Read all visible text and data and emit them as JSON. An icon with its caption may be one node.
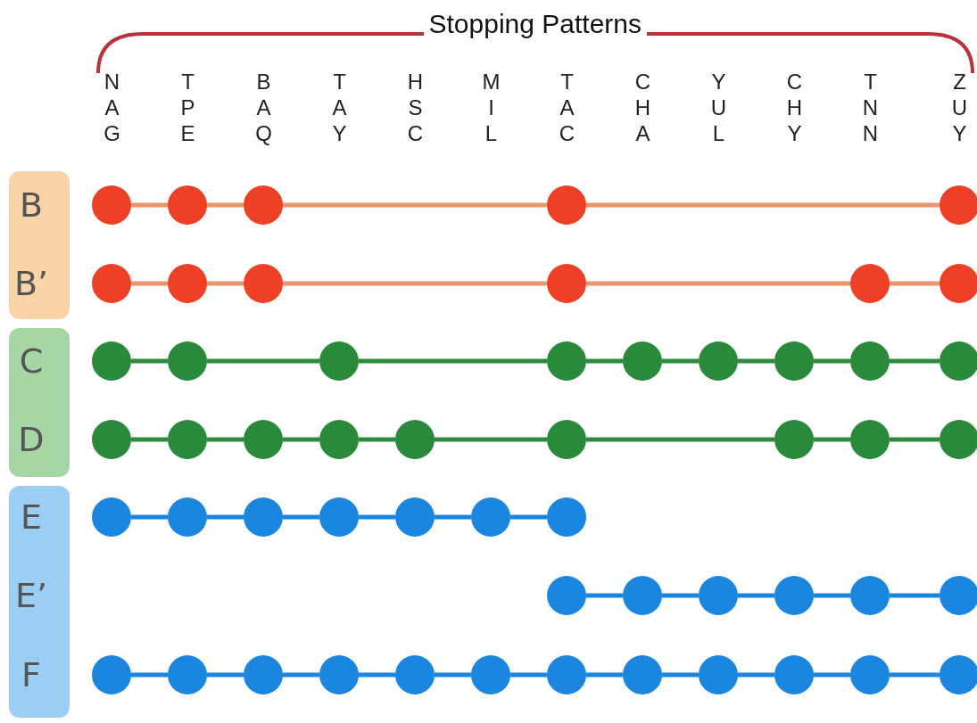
{
  "diagram": {
    "title": "Stopping Patterns",
    "nodes": [
      {
        "text": [
          "B",
          "B’"
        ]
      },
      {
        "text": [
          "C",
          "D"
        ]
      },
      {
        "text": [
          "E",
          "E’",
          "F"
        ]
      },
      {
        "text": [],
        "shape": "circle"
      },
      {
        "text": [],
        "shape": "circle"
      },
      {
        "text": [],
        "shape": "circle"
      },
      {
        "text": [],
        "shape": "circle"
      },
      {
        "text": [],
        "shape": "circle"
      },
      {
        "text": [],
        "shape": "circle"
      },
      {
        "text": [],
        "shape": "circle"
      },
      {
        "text": [],
        "shape": "circle"
      },
      {
        "text": [],
        "shape": "circle"
      },
      {
        "text": [],
        "shape": "circle"
      },
      {
        "text": [],
        "shape": "circle"
      },
      {
        "text": [],
        "shape": "circle"
      },
      {
        "text": [],
        "shape": "circle"
      },
      {
        "text": [],
        "shape": "circle"
      },
      {
        "text": [],
        "shape": "circle"
      },
      {
        "text": [],
        "shape": "circle"
      },
      {
        "text": [],
        "shape": "circle"
      },
      {
        "text": [],
        "shape": "circle"
      },
      {
        "text": [],
        "shape": "circle"
      },
      {
        "text": [],
        "shape": "circle"
      },
      {
        "text": [],
        "shape": "circle"
      },
      {
        "text": [],
        "shape": "circle"
      },
      {
        "text": [],
        "shape": "circle"
      },
      {
        "text": [],
        "shape": "circle"
      },
      {
        "text": [],
        "shape": "circle"
      },
      {
        "text": [],
        "shape": "circle"
      },
      {
        "text": [],
        "shape": "circle"
      },
      {
        "text": [],
        "shape": "circle"
      },
      {
        "text": [],
        "shape": "circle"
      },
      {
        "text": [],
        "shape": "circle"
      },
      {
        "text": [],
        "shape": "circle"
      },
      {
        "text": [],
        "shape": "circle"
      },
      {
        "text": [],
        "shape": "circle"
      },
      {
        "text": [],
        "shape": "circle"
      },
      {
        "text": [],
        "shape": "circle"
      },
      {
        "text": [],
        "shape": "circle"
      },
      {
        "text": [],
        "shape": "circle"
      },
      {
        "text": [],
        "shape": "circle"
      },
      {
        "text": [],
        "shape": "circle"
      },
      {
        "text": [],
        "shape": "circle"
      },
      {
        "text": [],
        "shape": "circle"
      },
      {
        "text": [],
        "shape": "circle"
      },
      {
        "text": [],
        "shape": "circle"
      },
      {
        "text": [],
        "shape": "circle"
      },
      {
        "text": [],
        "shape": "circle"
      },
      {
        "text": [],
        "shape": "circle"
      },
      {
        "text": [],
        "shape": "circle"
      },
      {
        "text": [],
        "shape": "circle"
      },
      {
        "text": [],
        "shape": "circle"
      },
      {
        "text": [],
        "shape": "circle"
      },
      {
        "text": [],
        "shape": "circle"
      },
      {
        "text": [],
        "shape": "circle"
      },
      {
        "text": [],
        "shape": "circle"
      },
      {
        "text": [],
        "shape": "circle"
      }
    ],
    "edges": [
      {
        "from": 3,
        "to": 4,
        "arrow": "none",
        "color": "#e8956a"
      },
      {
        "from": 4,
        "to": 5,
        "arrow": "none",
        "color": "#e8956a"
      },
      {
        "from": 5,
        "to": 6,
        "arrow": "none",
        "color": "#e8956a"
      },
      {
        "from": 6,
        "to": 7,
        "arrow": "none",
        "color": "#e8956a"
      },
      {
        "from": 8,
        "to": 9,
        "arrow": "none",
        "color": "#e8956a"
      },
      {
        "from": 9,
        "to": 10,
        "arrow": "none",
        "color": "#e8956a"
      },
      {
        "from": 10,
        "to": 11,
        "arrow": "none",
        "color": "#e8956a"
      },
      {
        "from": 11,
        "to": 12,
        "arrow": "none",
        "color": "#e8956a"
      },
      {
        "from": 12,
        "to": 13,
        "arrow": "none",
        "color": "#e8956a"
      },
      {
        "from": 14,
        "to": 15,
        "arrow": "none",
        "color": "#2e8b3e"
      },
      {
        "from": 15,
        "to": 16,
        "arrow": "none",
        "color": "#2e8b3e"
      },
      {
        "from": 16,
        "to": 17,
        "arrow": "none",
        "color": "#2e8b3e"
      },
      {
        "from": 17,
        "to": 18,
        "arrow": "none",
        "color": "#2e8b3e"
      },
      {
        "from": 18,
        "to": 19,
        "arrow": "none",
        "color": "#2e8b3e"
      },
      {
        "from": 19,
        "to": 20,
        "arrow": "none",
        "color": "#2e8b3e"
      },
      {
        "from": 20,
        "to": 21,
        "arrow": "none",
        "color": "#2e8b3e"
      },
      {
        "from": 21,
        "to": 22,
        "arrow": "none",
        "color": "#2e8b3e"
      },
      {
        "from": 23,
        "to": 24,
        "arrow": "none",
        "color": "#2e8b3e"
      },
      {
        "from": 24,
        "to": 25,
        "arrow": "none",
        "color": "#2e8b3e"
      },
      {
        "from": 25,
        "to": 26,
        "arrow": "none",
        "color": "#2e8b3e"
      },
      {
        "from": 26,
        "to": 27,
        "arrow": "none",
        "color": "#2e8b3e"
      },
      {
        "from": 27,
        "to": 28,
        "arrow": "none",
        "color": "#2e8b3e"
      },
      {
        "from": 28,
        "to": 29,
        "arrow": "none",
        "color": "#2e8b3e"
      },
      {
        "from": 29,
        "to": 30,
        "arrow": "none",
        "color": "#2e8b3e"
      },
      {
        "from": 30,
        "to": 31,
        "arrow": "none",
        "color": "#2e8b3e"
      },
      {
        "from": 32,
        "to": 33,
        "arrow": "none"
      },
      {
        "from": 33,
        "to": 34,
        "arrow": "none"
      },
      {
        "from": 34,
        "to": 35,
        "arrow": "none"
      },
      {
        "from": 35,
        "to": 36,
        "arrow": "none"
      },
      {
        "from": 36,
        "to": 37,
        "arrow": "none"
      },
      {
        "from": 37,
        "to": 38,
        "arrow": "none"
      },
      {
        "from": 39,
        "to": 40,
        "arrow": "none"
      },
      {
        "from": 40,
        "to": 41,
        "arrow": "none"
      },
      {
        "from": 41,
        "to": 42,
        "arrow": "none"
      },
      {
        "from": 42,
        "to": 43,
        "arrow": "none"
      },
      {
        "from": 43,
        "to": 44,
        "arrow": "none"
      },
      {
        "from": 45,
        "to": 46,
        "arrow": "none"
      },
      {
        "from": 46,
        "to": 47,
        "arrow": "none"
      },
      {
        "from": 47,
        "to": 48,
        "arrow": "none"
      },
      {
        "from": 48,
        "to": 49,
        "arrow": "none"
      },
      {
        "from": 49,
        "to": 50,
        "arrow": "none"
      },
      {
        "from": 50,
        "to": 51,
        "arrow": "none"
      },
      {
        "from": 51,
        "to": 52,
        "arrow": "none"
      },
      {
        "from": 52,
        "to": 53,
        "arrow": "none"
      },
      {
        "from": 53,
        "to": 54,
        "arrow": "none"
      },
      {
        "from": 54,
        "to": 55,
        "arrow": "none"
      },
      {
        "from": 55,
        "to": 56,
        "arrow": "none"
      }
    ],
    "labels": [
      "NAG",
      "TPE",
      "BAQ",
      "TAY",
      "HSC",
      "MIL",
      "TAC",
      "CHA",
      "YUL",
      "CHY",
      "TNN",
      "ZUY"
    ]
  }
}
